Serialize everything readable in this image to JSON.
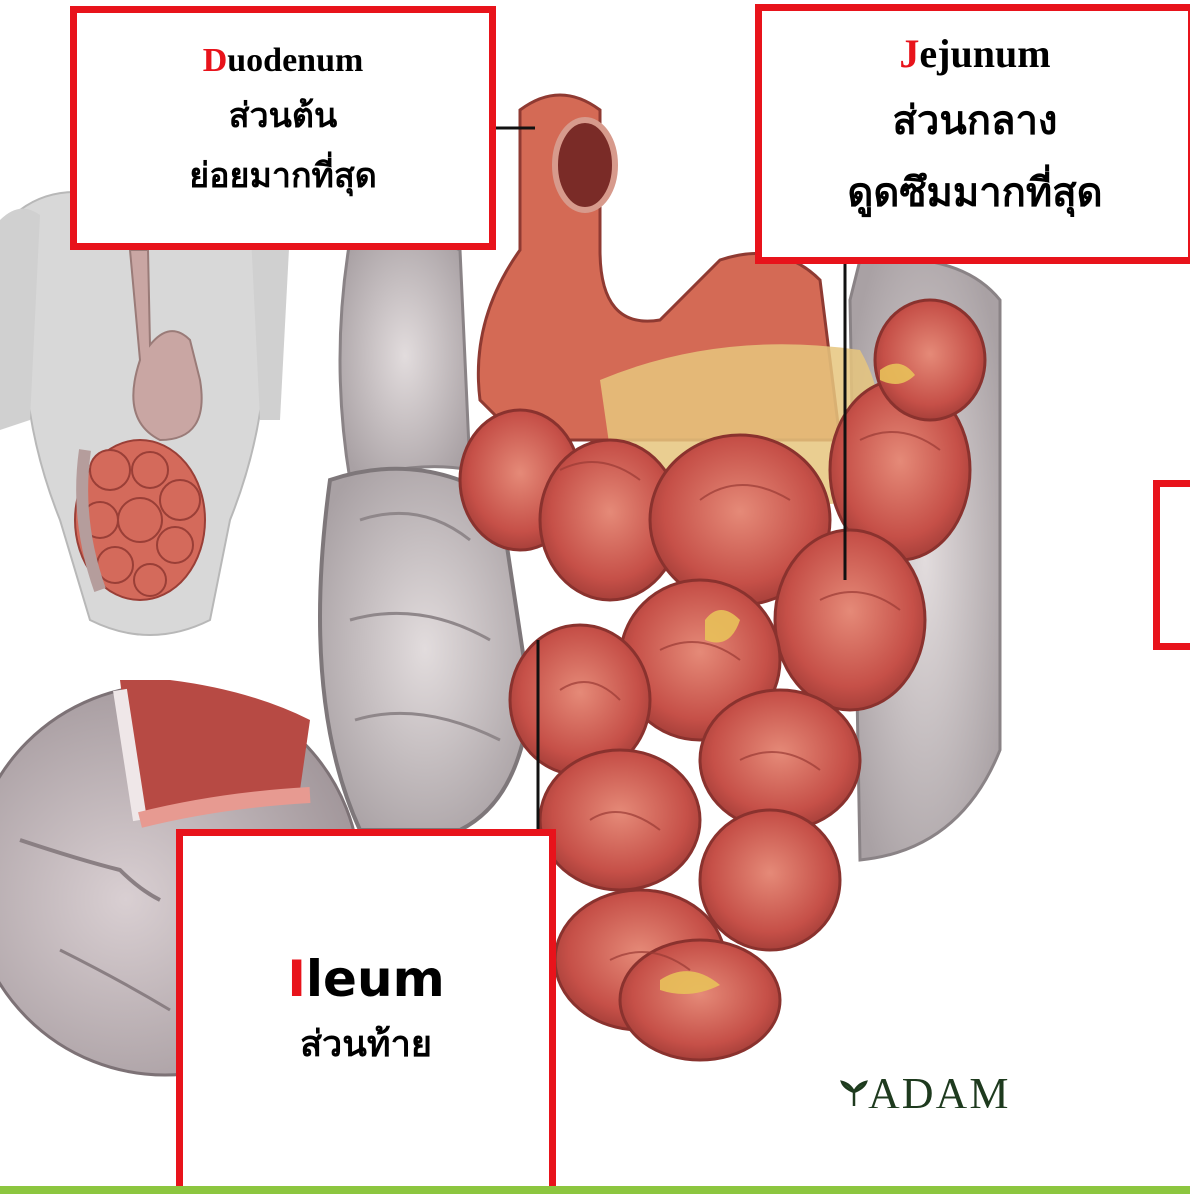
{
  "labels": {
    "duodenum": {
      "initial": "D",
      "rest": "uodenum",
      "thai_part": "ส่วนต้น",
      "thai_function": "ย่อยมากที่สุด"
    },
    "jejunum": {
      "initial": "J",
      "rest": "ejunum",
      "thai_part": "ส่วนกลาง",
      "thai_function": "ดูดซึมมากที่สุด"
    },
    "ileum": {
      "initial": "I",
      "rest": "leum",
      "thai_part": "ส่วนท้าย"
    }
  },
  "watermark": {
    "text": "ADAM"
  },
  "colors": {
    "accent": "#e8131b",
    "bottom_bar": "#8cc63f",
    "intestine": "#c8554b",
    "fat": "#e8c15a",
    "colon": "#c9c2c4"
  }
}
